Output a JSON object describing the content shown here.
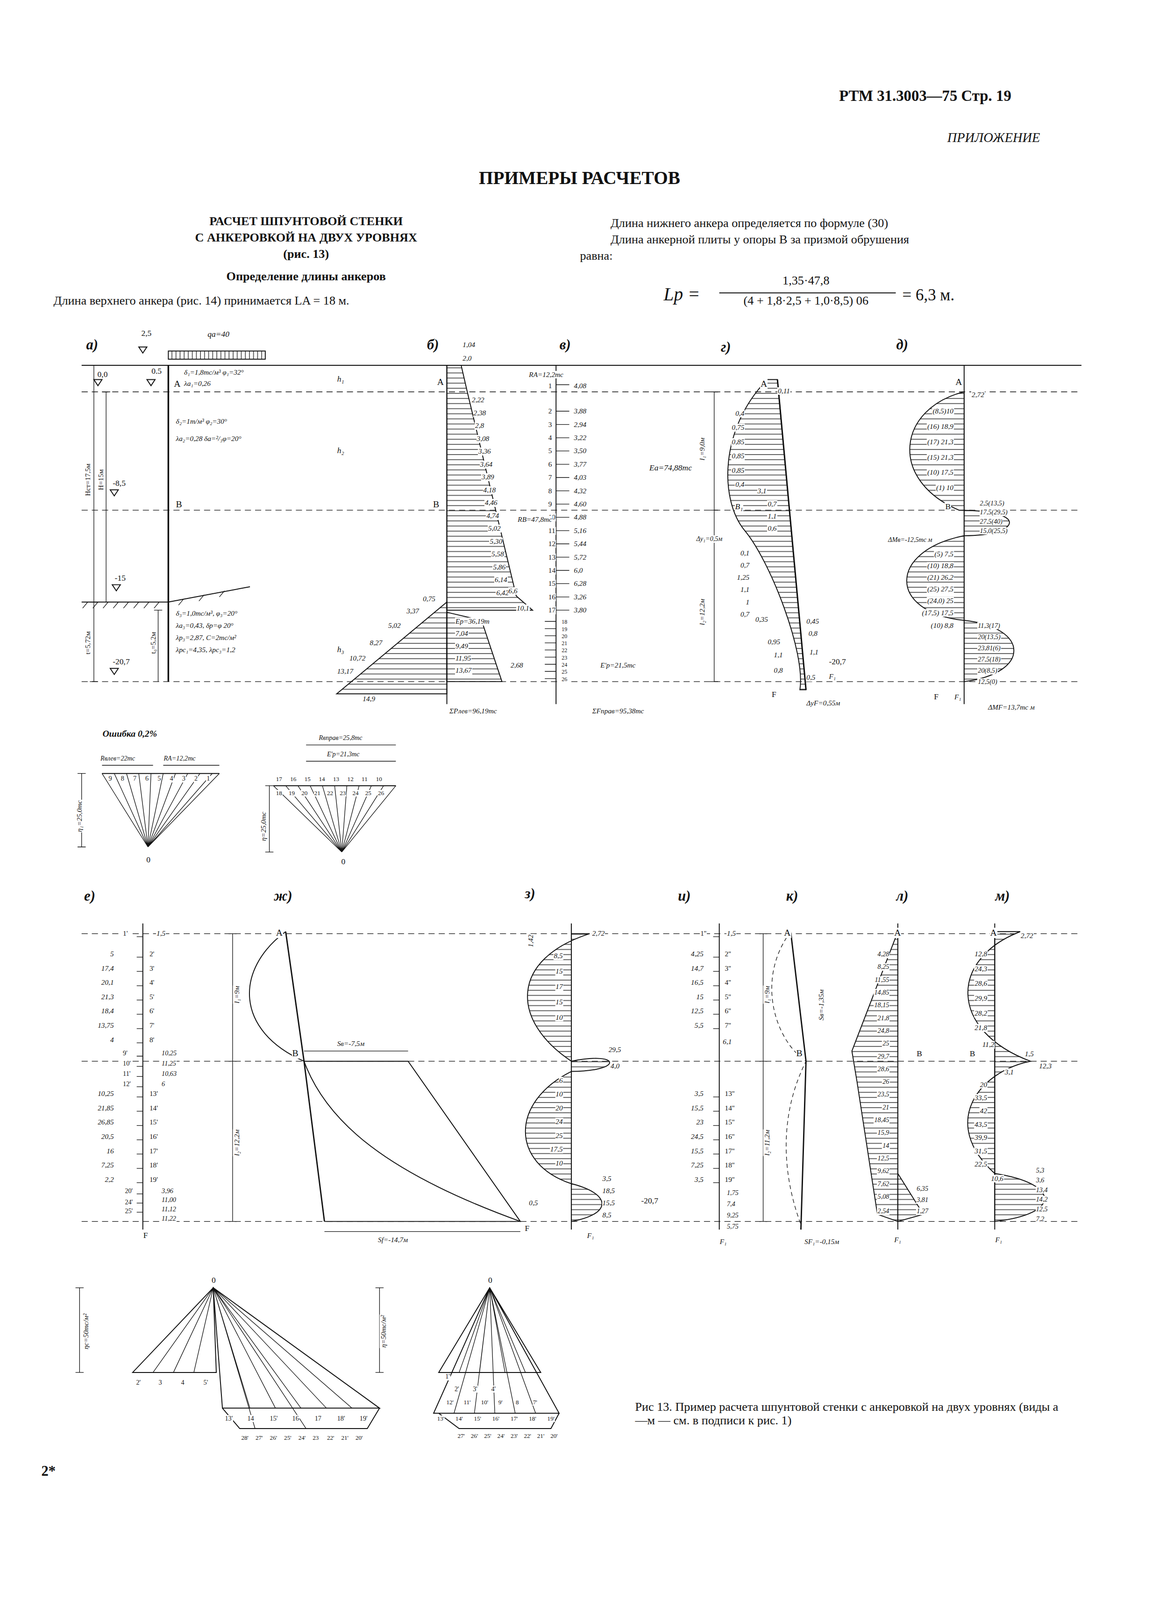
{
  "diagram": {
    "title": "ПРИМЕРЫ РАСЧЕТОВ",
    "caption": "Рис 13. Пример расчета шпунтовой стенки с анкеровкой на двух уровнях (виды а—м — см. в подписи к рис. 1)",
    "labels": [
      "РТМ 31.3003—75 Стр. 19",
      "ПРИЛОЖЕНИЕ",
      "РАСЧЕТ ШПУНТОВОЙ СТЕНКИ",
      "С АНКЕРОВКОЙ НА ДВУХ УРОВНЯХ",
      "(рис. 13)",
      "Определение длины анкеров",
      "Длина верхнего анкера (рис. 14) принимается LA = 18 м.",
      "Длина нижнего анкера определяется по формуле (30)",
      "Длина анкерной плиты у опоры В за призмой обрушения",
      "равна:",
      "Lp =",
      "1,35·47,8",
      "(4 + 1,8·2,5 + 1,0·8,5) 06",
      "= 6,3 м.",
      "а)",
      "б)",
      "в)",
      "г)",
      "д)",
      "2,5",
      "qа=40",
      "0,0",
      "0.5",
      "А",
      "δ₁=1,8тс/м³ φ₁=32°",
      "λа₁=0,26",
      "δ₂=1т/м³ φ₂=30°",
      "λа₂=0,28 δа=²/₃φ=20°",
      "-8,5",
      "В",
      "-15",
      "δ₃=1,0тс/м³, φ₃=20°",
      "λа₃=0,43, δр=φ 20°",
      "λр₃=2,87, С=2тс/м²",
      "λрс₁=4,35, λрс₃=1,2",
      "-20,7",
      "Hст=17,5м",
      "H=15м",
      "t=5,72м",
      "t₀=5,2м",
      "h₁",
      "h₂",
      "h₃",
      "1,04",
      "2,0",
      "2,22",
      "2,38",
      "2,8",
      "3,08",
      "3,36",
      "3,64",
      "3,89",
      "4,18",
      "4,46",
      "4,74",
      "5,02",
      "5,30",
      "5,58",
      "5,86",
      "6,14",
      "6,42",
      "6,6",
      "10,1",
      "А",
      "В",
      "0,75",
      "3,37",
      "5,02",
      "8,27",
      "10,72",
      "13,17",
      "14,9",
      "Eр=36,19т",
      "7,04",
      "9,49",
      "11,95",
      "13,67",
      "2,68",
      "ΣPлев=96,19тс",
      "RА=12,2тс",
      "1",
      "4,08",
      "2",
      "3",
      "4",
      "5",
      "6",
      "7",
      "8",
      "9",
      "10",
      "11",
      "12",
      "13",
      "14",
      "15",
      "16",
      "17",
      "3,88",
      "2,94",
      "3,22",
      "3,50",
      "3,77",
      "4,03",
      "4,32",
      "4,60",
      "4,88",
      "5,16",
      "5,44",
      "5,72",
      "6,0",
      "6,28",
      "3,26",
      "3,80",
      "RВ=47,8тс",
      "Eа=74,88тс",
      "18",
      "19",
      "20",
      "21",
      "22",
      "23",
      "24",
      "25",
      "26",
      "E'р=21,5тс",
      "ΣFправ=95,38тс",
      "А",
      "0,11",
      "0,4",
      "0,75",
      "0,85",
      "0,85",
      "0,85",
      "0,4",
      "3,1",
      "0,7",
      "1,1",
      "0,6",
      "В₁",
      "l₁=9,0м",
      "Δу₁=0,5м",
      "0,1",
      "0,7",
      "1,25",
      "1,1",
      "1",
      "0,7",
      "0,35",
      "0,45",
      "0,8",
      "0,95",
      "1,1",
      "1,1",
      "0,8",
      "0,5",
      "l₂=12,2м",
      "-20,7",
      "F₁",
      "F",
      "ΔуF=0,55м",
      "2,72",
      "А",
      "(8,5)10",
      "(16) 18,9",
      "(17) 21,3",
      "(15) 21,3",
      "(10) 17,5",
      "(1) 10",
      "2,5(13,5)",
      "17,5(29,5)",
      "27,5(40)",
      "15,0(25,5)",
      "ΔМв=-12,5тс м",
      "В",
      "(5) 7,5",
      "(10) 18,8",
      "(21) 26,2",
      "(25) 27,5",
      "(24,0) 25",
      "(17,5) 17,5",
      "(10) 8,8",
      "11,3(17)",
      "20(13,5)",
      "23,81(6)",
      "27,5(18)",
      "20(8,5)",
      "12,5(0)",
      "F₁",
      "F",
      "ΔМF=13,7тс м",
      "Ошибка 0,2%",
      "Rвлев=22тс",
      "RА=12,2тс",
      "9",
      "8",
      "7",
      "6",
      "5",
      "4",
      "3",
      "2",
      "1",
      "η₁=25,0тс",
      "0",
      "Rвправ=25,8тс",
      "E'р=21,3тс",
      "17",
      "16",
      "15",
      "14",
      "13",
      "12",
      "11",
      "10",
      "18",
      "19",
      "20",
      "21",
      "22",
      "23",
      "24",
      "25",
      "26",
      "η=25,0тс",
      "0",
      "е)",
      "ж)",
      "з)",
      "и)",
      "к)",
      "л)",
      "м)",
      "1'",
      "1,5",
      "5",
      "17,4",
      "20,1",
      "21,3",
      "18,4",
      "13,75",
      "4",
      "2'",
      "3'",
      "4'",
      "5'",
      "6'",
      "7'",
      "8'",
      "9'",
      "10'",
      "11'",
      "12'",
      "10,25",
      "11,25",
      "10,63",
      "6",
      "10,25",
      "21,85",
      "26,85",
      "20,5",
      "16",
      "7,25",
      "2,2",
      "13'",
      "14'",
      "15'",
      "16'",
      "17'",
      "18'",
      "19'",
      "20'",
      "3,96",
      "11,00",
      "11,12",
      "11,22",
      "24'",
      "25'",
      "F",
      "А",
      "В",
      "l₁=9м",
      "l₂=12,2м",
      "Sв=-7,5м",
      "Sf=-14,7м",
      "F",
      "1,42",
      "2,72",
      "8,5",
      "15",
      "17",
      "15",
      "10",
      "29,5",
      "4,0",
      "6",
      "10",
      "20",
      "24",
      "25",
      "17,5",
      "10",
      "0,5",
      "3,5",
      "18,5",
      "15,5",
      "8,5",
      "-20,7",
      "F₁",
      "1''",
      "1,5",
      "4,25",
      "14,7",
      "16,5",
      "15",
      "12,5",
      "5,5",
      "2''",
      "3''",
      "4''",
      "5''",
      "6''",
      "7''",
      "6,1",
      "3,5",
      "15,5",
      "23",
      "24,5",
      "15,5",
      "7,25",
      "3,5",
      "13''",
      "14''",
      "15''",
      "16''",
      "17''",
      "18''",
      "19''",
      "1,75",
      "7,4",
      "9,25",
      "5,75",
      "F₁",
      "А",
      "В",
      "l₁=9м",
      "l₂=11,2м",
      "Sв=-1,35м",
      "SF₁=-0,15м",
      "А",
      "4,28",
      "8,25",
      "11,55",
      "14,85",
      "18,15",
      "21,8",
      "24,8",
      "25",
      "29,7",
      "28,6",
      "26",
      "23,5",
      "21",
      "18,45",
      "15,9",
      "14",
      "12,5",
      "9,62",
      "7,62",
      "5,08",
      "2,54",
      "6,35",
      "3,81",
      "1,27",
      "В",
      "F₁",
      "А",
      "2,72",
      "12,8",
      "24,3",
      "28,6",
      "29,9",
      "28,2",
      "21,8",
      "11,2",
      "1,5",
      "12,3",
      "3,1",
      "20",
      "33,5",
      "42",
      "43,5",
      "39,9",
      "31,5",
      "22,5",
      "10,6",
      "5,3",
      "3,6",
      "13,4",
      "14,2",
      "12,5",
      "7,2",
      "В",
      "F₁",
      "0",
      "ηс=50тс/м²",
      "2'",
      "3",
      "4",
      "5'",
      "13'",
      "14",
      "15'",
      "16",
      "17",
      "18'",
      "19'",
      "28'",
      "27'",
      "26'",
      "25'",
      "24'",
      "23",
      "22'",
      "21'",
      "20'",
      "0",
      "η=50тс/м²",
      "1'",
      "2'",
      "3'",
      "4'",
      "12'",
      "11'",
      "10'",
      "9'",
      "8",
      "7'",
      "13'",
      "14'",
      "15'",
      "16'",
      "17'",
      "18'",
      "19'",
      "27'",
      "26'",
      "25'",
      "24'",
      "23'",
      "22'",
      "21'",
      "20'",
      "2*"
    ]
  }
}
